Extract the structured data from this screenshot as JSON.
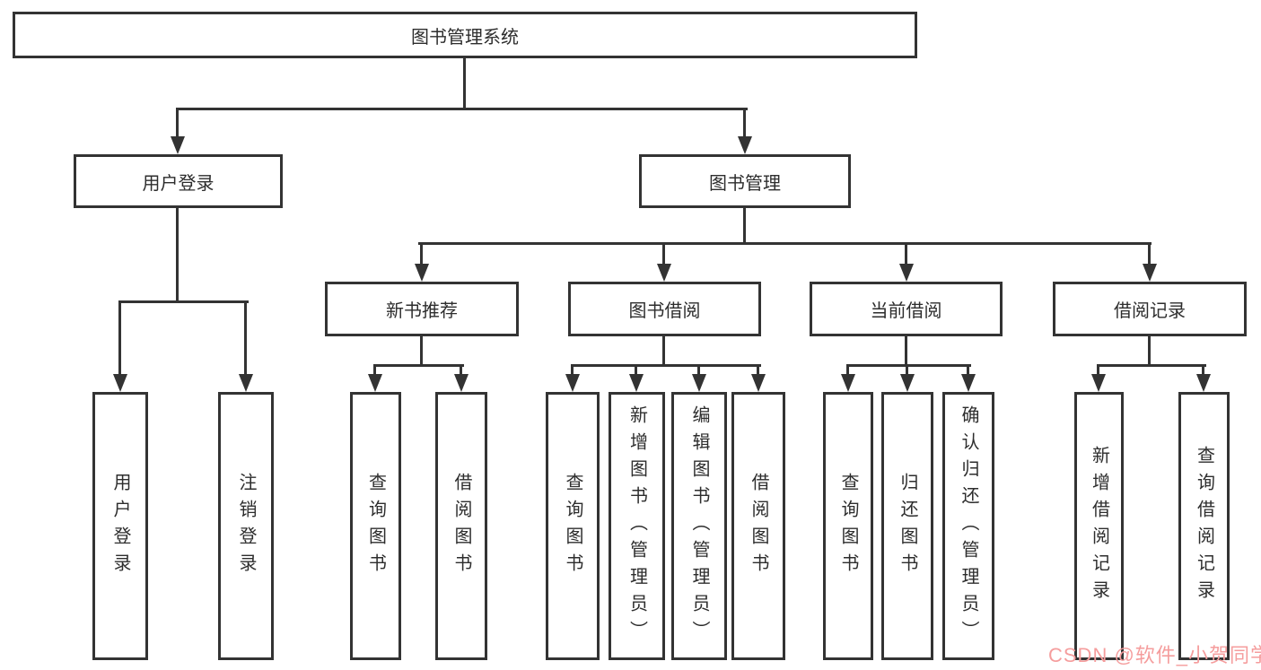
{
  "diagram": {
    "type": "hierarchy-tree",
    "root": {
      "label": "图书管理系统",
      "children": [
        {
          "label": "用户登录",
          "children": [
            {
              "label": "用户登录"
            },
            {
              "label": "注销登录"
            }
          ]
        },
        {
          "label": "图书管理",
          "children": [
            {
              "label": "新书推荐",
              "children": [
                {
                  "label": "查询图书"
                },
                {
                  "label": "借阅图书"
                }
              ]
            },
            {
              "label": "图书借阅",
              "children": [
                {
                  "label": "查询图书"
                },
                {
                  "label": "新增图书（管理员）"
                },
                {
                  "label": "编辑图书（管理员）"
                },
                {
                  "label": "借阅图书"
                }
              ]
            },
            {
              "label": "当前借阅",
              "children": [
                {
                  "label": "查询图书"
                },
                {
                  "label": "归还图书"
                },
                {
                  "label": "确认归还（管理员）"
                }
              ]
            },
            {
              "label": "借阅记录",
              "children": [
                {
                  "label": "新增借阅记录"
                },
                {
                  "label": "查询借阅记录"
                }
              ]
            }
          ]
        }
      ]
    }
  },
  "watermark": {
    "text": "CSDN @软件_小贺同学",
    "color": "#f59d9d"
  },
  "colors": {
    "line": "#333333",
    "box_border": "#333333",
    "text": "#2d2d2d",
    "background": "#ffffff"
  }
}
